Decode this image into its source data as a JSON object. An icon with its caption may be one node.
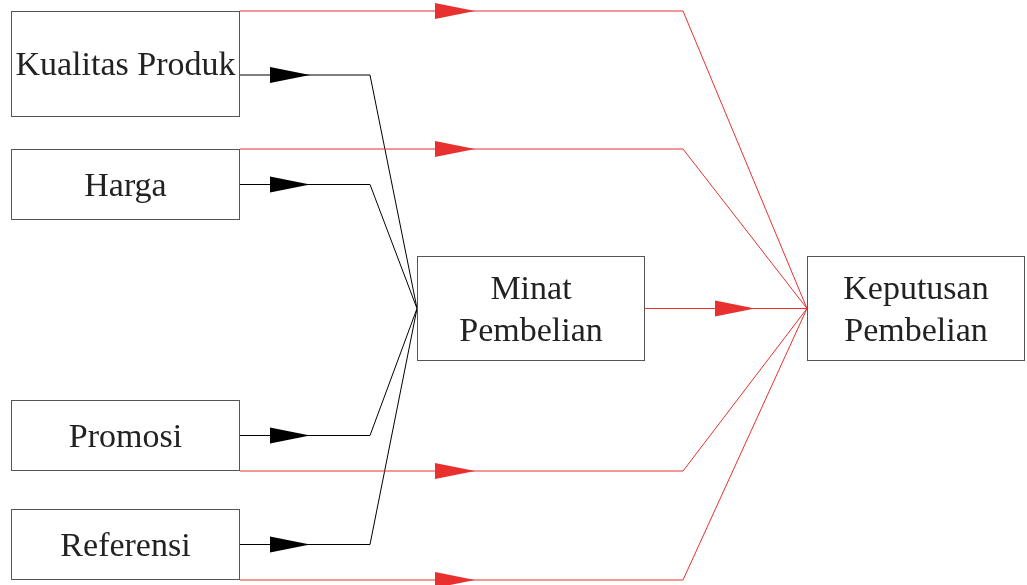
{
  "diagram": {
    "nodes": [
      {
        "text": [
          "Kualitas Produk"
        ]
      },
      {
        "text": [
          "Harga"
        ]
      },
      {
        "text": [
          "Promosi"
        ]
      },
      {
        "text": [
          "Referensi"
        ]
      },
      {
        "text": [
          "Minat Pembelian"
        ]
      },
      {
        "text": [
          "Keputusan Pembelian"
        ]
      }
    ],
    "edges": [
      {
        "from": 0,
        "to": 4,
        "arrow": "to",
        "color": "#000000"
      },
      {
        "from": 1,
        "to": 4,
        "arrow": "to",
        "color": "#000000"
      },
      {
        "from": 2,
        "to": 4,
        "arrow": "to",
        "color": "#000000"
      },
      {
        "from": 3,
        "to": 4,
        "arrow": "to",
        "color": "#000000"
      },
      {
        "from": 0,
        "to": 5,
        "arrow": "to"
      },
      {
        "from": 1,
        "to": 5,
        "arrow": "to"
      },
      {
        "from": 2,
        "to": 5,
        "arrow": "to"
      },
      {
        "from": 3,
        "to": 5,
        "arrow": "to"
      },
      {
        "from": 4,
        "to": 5,
        "arrow": "to"
      }
    ]
  }
}
